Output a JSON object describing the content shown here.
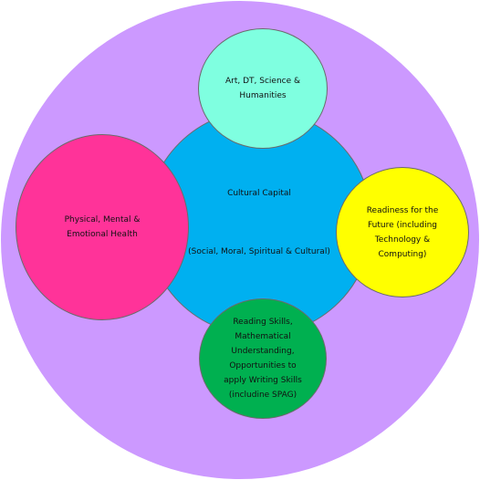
{
  "colors": {
    "outer": "#cc99ff",
    "center": "#00b0f0",
    "top": "#7fffe0",
    "left": "#ff3399",
    "right": "#ffff00",
    "bottom": "#00b050"
  },
  "diagram": {
    "center": {
      "title": "Cultural Capital",
      "subtitle": "(Social, Moral, Spiritual & Cultural)"
    },
    "top": {
      "text": "Art, DT, Science &\nHumanities"
    },
    "left": {
      "text": "Physical, Mental &\nEmotional Health"
    },
    "right": {
      "text": "Readiness for the\nFuture (including\nTechnology &\nComputing)"
    },
    "bottom": {
      "text": "Reading Skills,\nMathematical\nUnderstanding,\nOpportunities to\napply Writing Skills\n(includine SPAG)"
    }
  }
}
